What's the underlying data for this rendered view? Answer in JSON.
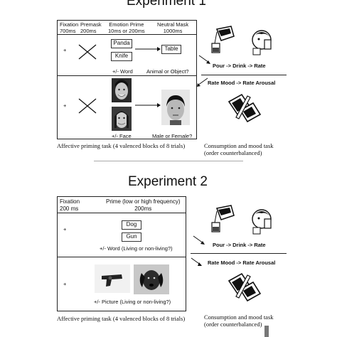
{
  "exp1": {
    "title": "Experiment 1",
    "headers": {
      "fixation": "Fixation",
      "fixation_time": "700ms",
      "premask": "Premask",
      "premask_time": "200ms",
      "prime": "Emotion Prime",
      "prime_time": "10ms or 200ms",
      "mask": "Neutral Mask",
      "mask_time": "1000ms"
    },
    "fixation_symbol": "+",
    "word_primes": [
      "Panda",
      "Knife"
    ],
    "word_target": "Table",
    "word_prime_label": "+/- Word",
    "word_question": "Animal or Object?",
    "face_prime_label": "+/- Face",
    "face_question": "Male or Female?",
    "caption": "Affective priming task (4 valenced blocks of 8 trials)",
    "right_caption_1": "Consumption and mood task",
    "right_caption_2": "(order counterbalanced)",
    "pour_drink_rate": "Pour -> Drink -> Rate",
    "rate_mood": "Rate Mood -> Rate Arousal"
  },
  "exp2": {
    "title": "Experiment 2",
    "headers": {
      "fixation": "Fixation",
      "fixation_time": "200 ms",
      "prime": "Prime (low or high frequency)",
      "prime_time": "200ms"
    },
    "fixation_symbol": "+",
    "word_primes": [
      "Dog",
      "Gun"
    ],
    "word_prime_label": "+/- Word (Living or non-living?)",
    "picture_prime_label": "+/- Picture (Living or non-living?)",
    "caption": "Affective priming task (4 valenced blocks of 8 trials)",
    "right_caption_1": "Consumption and mood task",
    "right_caption_2": "(order counterbalanced)",
    "pour_drink_rate": "Pour -> Drink -> Rate",
    "rate_mood": "Rate Mood -> Rate Arousal"
  },
  "icons": [
    "pitcher-pour-icon",
    "drinking-face-icon",
    "pencil-checkbox-icon"
  ]
}
